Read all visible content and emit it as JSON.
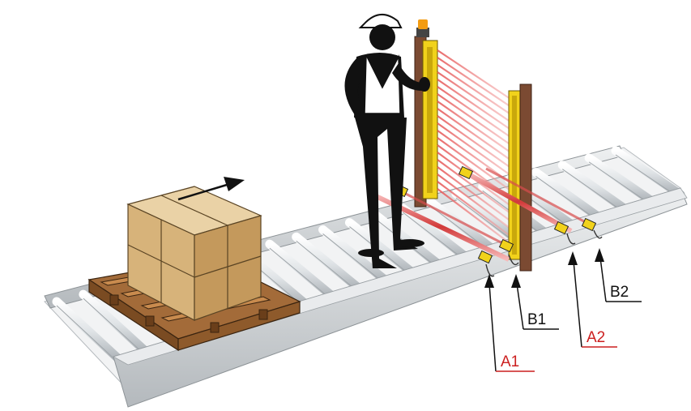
{
  "labels": {
    "a1": "A1",
    "b1": "B1",
    "a2": "A2",
    "b2": "B2"
  },
  "colors": {
    "red_label": "#cc1f1f",
    "black_label": "#111111",
    "conveyor_frame": "#d7dadd",
    "roller": "#e4e7ea",
    "box": "#d8b57f",
    "pallet": "#8a5a2e",
    "light_curtain_yellow": "#f1d21b",
    "light_curtain_post": "#7b4a32",
    "beam_red": "#e04848",
    "worker": "#111111"
  },
  "icons": {
    "move_arrow": "arrow-right-icon",
    "warning_beacon": "beacon-icon"
  }
}
